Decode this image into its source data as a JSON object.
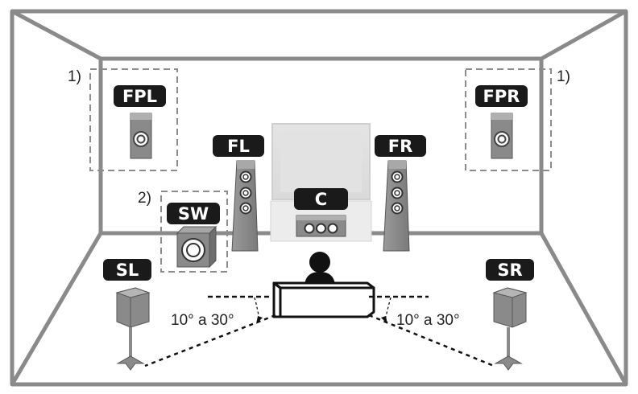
{
  "speakers": {
    "fpl": "FPL",
    "fpr": "FPR",
    "fl": "FL",
    "fr": "FR",
    "c": "C",
    "sw": "SW",
    "sl": "SL",
    "sr": "SR"
  },
  "notes": {
    "note1_left": "1)",
    "note1_right": "1)",
    "note2": "2)"
  },
  "angles": {
    "left": "10° a 30°",
    "right": "10° a 30°"
  },
  "colors": {
    "room_line": "#808080",
    "label_bg": "#1a1a1a",
    "speaker_fill": "#8a8a8a",
    "tv_fill": "#e6e6e6",
    "dashed_box": "#8c8c8c"
  }
}
